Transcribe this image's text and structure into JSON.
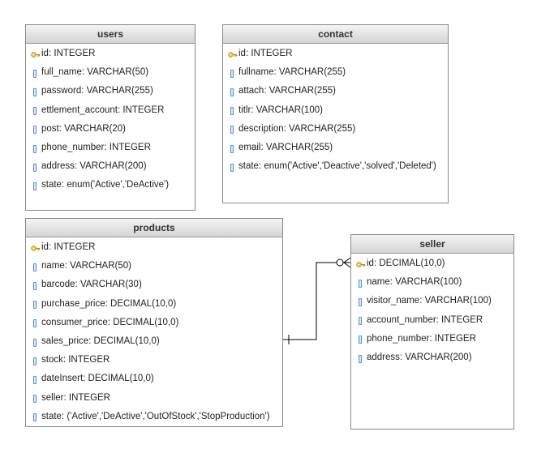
{
  "tables": {
    "users": {
      "title": "users",
      "columns": [
        {
          "label": "id: INTEGER",
          "icon": "key-icon"
        },
        {
          "label": "full_name: VARCHAR(50)",
          "icon": "column-icon"
        },
        {
          "label": "password: VARCHAR(255)",
          "icon": "column-icon"
        },
        {
          "label": "ettlement_account: INTEGER",
          "icon": "column-icon"
        },
        {
          "label": "post: VARCHAR(20)",
          "icon": "column-icon"
        },
        {
          "label": "phone_number: INTEGER",
          "icon": "column-icon"
        },
        {
          "label": "address: VARCHAR(200)",
          "icon": "column-icon"
        },
        {
          "label": "state: enum('Active','DeActive')",
          "icon": "column-icon"
        }
      ]
    },
    "contact": {
      "title": "contact",
      "columns": [
        {
          "label": "id: INTEGER",
          "icon": "key-icon"
        },
        {
          "label": "fullname: VARCHAR(255)",
          "icon": "column-icon"
        },
        {
          "label": "attach: VARCHAR(255)",
          "icon": "column-icon"
        },
        {
          "label": "titlr: VARCHAR(100)",
          "icon": "column-icon"
        },
        {
          "label": "description: VARCHAR(255)",
          "icon": "column-icon"
        },
        {
          "label": "email: VARCHAR(255)",
          "icon": "column-icon"
        },
        {
          "label": "state: enum('Active','Deactive','solved','Deleted')",
          "icon": "column-icon"
        }
      ]
    },
    "products": {
      "title": "products",
      "columns": [
        {
          "label": "id: INTEGER",
          "icon": "key-icon"
        },
        {
          "label": "name: VARCHAR(50)",
          "icon": "column-icon"
        },
        {
          "label": "barcode: VARCHAR(30)",
          "icon": "column-icon"
        },
        {
          "label": "purchase_price: DECIMAL(10,0)",
          "icon": "column-icon"
        },
        {
          "label": "consumer_price: DECIMAL(10,0)",
          "icon": "column-icon"
        },
        {
          "label": "sales_price: DECIMAL(10,0)",
          "icon": "column-icon"
        },
        {
          "label": "stock: INTEGER",
          "icon": "column-icon"
        },
        {
          "label": "dateInsert: DECIMAL(10,0)",
          "icon": "column-icon"
        },
        {
          "label": "seller: INTEGER",
          "icon": "column-icon"
        },
        {
          "label": "state: ('Active','DeActive','OutOfStock','StopProduction')",
          "icon": "column-icon"
        }
      ]
    },
    "seller": {
      "title": "seller",
      "columns": [
        {
          "label": "id: DECIMAL(10,0)",
          "icon": "key-icon"
        },
        {
          "label": "name: VARCHAR(100)",
          "icon": "column-icon"
        },
        {
          "label": "visitor_name: VARCHAR(100)",
          "icon": "column-icon"
        },
        {
          "label": "account_number: INTEGER",
          "icon": "column-icon"
        },
        {
          "label": "phone_number: INTEGER",
          "icon": "column-icon"
        },
        {
          "label": "address: VARCHAR(200)",
          "icon": "column-icon"
        }
      ]
    }
  },
  "relationships": [
    {
      "from": "products",
      "to": "seller",
      "from_end": "one",
      "to_end": "zero-or-many"
    }
  ],
  "colors": {
    "header_top": "#f4f4f4",
    "header_bottom": "#d4d4d4",
    "border": "#888888",
    "key_icon": "#e8b530",
    "column_icon": "#4a90d9",
    "connector": "#000000"
  }
}
